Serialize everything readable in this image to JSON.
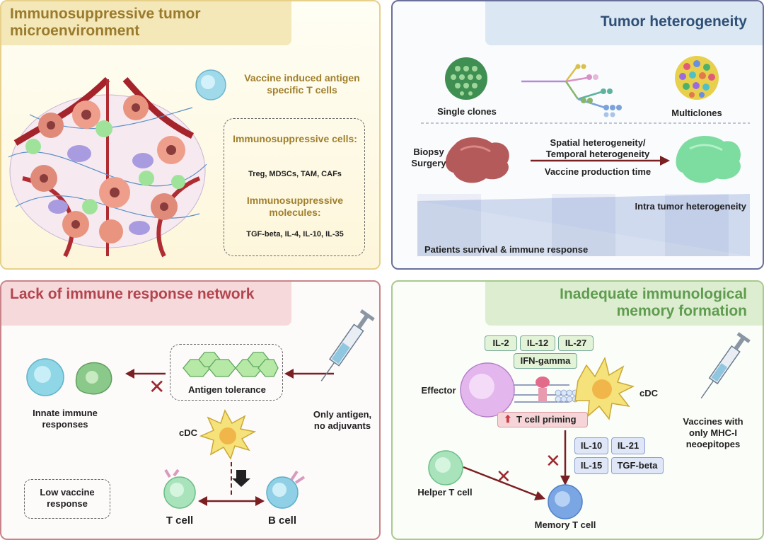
{
  "q1": {
    "title": "Immunosuppressive tumor microenvironment",
    "vaccine_t_cells": "Vaccine induced antigen specific T cells",
    "cells_heading": "Immunosuppressive cells:",
    "cells_list": "Treg, MDSCs, TAM, CAFs",
    "molecules_heading": "Immunosuppressive molecules:",
    "molecules_list": "TGF-beta, IL-4, IL-10, IL-35"
  },
  "q2": {
    "title": "Tumor heterogeneity",
    "single_clones": "Single clones",
    "multiclones": "Multiclones",
    "biopsy": "Biopsy Surgery",
    "spatial": "Spatial heterogeneity/ Temporal heterogeneity",
    "production_time": "Vaccine production time",
    "intra_tumor": "Intra tumor heterogeneity",
    "survival": "Patients survival & immune response"
  },
  "q3": {
    "title": "Lack of immune response network",
    "antigen_tolerance": "Antigen tolerance",
    "innate": "Innate immune responses",
    "only_antigen": "Only antigen, no adjuvants",
    "cdc": "cDC",
    "low_vaccine": "Low vaccine response",
    "t_cell": "T cell",
    "b_cell": "B cell"
  },
  "q4": {
    "title": "Inadequate immunological memory formation",
    "cytokines_top": [
      "IL-2",
      "IL-12",
      "IL-27"
    ],
    "ifn": "IFN-gamma",
    "effector": "Effector",
    "cdc": "cDC",
    "priming": "T cell priming",
    "cytokines_bottom": [
      "IL-10",
      "IL-21",
      "IL-15",
      "TGF-beta"
    ],
    "vaccines_mhc": "Vaccines with only MHC-I neoepitopes",
    "helper": "Helper T cell",
    "memory": "Memory T cell"
  },
  "colors": {
    "gold": "#a07f2d",
    "navy": "#2f4f76",
    "red": "#b3444e",
    "green": "#5f9c4f",
    "arrow": "#7a1f22"
  }
}
